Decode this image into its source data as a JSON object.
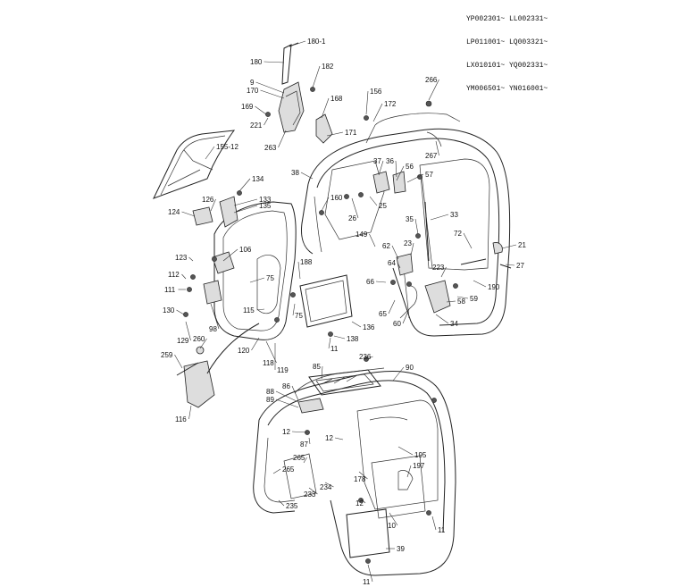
{
  "serial_ranges": [
    "YP002301~ LL002331~",
    "LP011001~ LQ003321~",
    "LX010101~ YQ002331~",
    "YM006501~ YN016001~"
  ],
  "part_labels": [
    {
      "text": "180-1"
    },
    {
      "text": "180"
    },
    {
      "text": "182"
    },
    {
      "text": "9"
    },
    {
      "text": "170"
    },
    {
      "text": "168"
    },
    {
      "text": "169"
    },
    {
      "text": "221"
    },
    {
      "text": "263"
    },
    {
      "text": "171"
    },
    {
      "text": "156"
    },
    {
      "text": "172"
    },
    {
      "text": "266"
    },
    {
      "text": "267"
    },
    {
      "text": "155-12"
    },
    {
      "text": "38"
    },
    {
      "text": "37"
    },
    {
      "text": "36"
    },
    {
      "text": "56"
    },
    {
      "text": "57"
    },
    {
      "text": "134"
    },
    {
      "text": "133"
    },
    {
      "text": "135"
    },
    {
      "text": "126"
    },
    {
      "text": "124"
    },
    {
      "text": "160"
    },
    {
      "text": "26"
    },
    {
      "text": "25"
    },
    {
      "text": "35"
    },
    {
      "text": "33"
    },
    {
      "text": "149"
    },
    {
      "text": "62"
    },
    {
      "text": "23"
    },
    {
      "text": "72"
    },
    {
      "text": "21"
    },
    {
      "text": "106"
    },
    {
      "text": "123"
    },
    {
      "text": "64"
    },
    {
      "text": "223"
    },
    {
      "text": "27"
    },
    {
      "text": "112"
    },
    {
      "text": "111"
    },
    {
      "text": "75"
    },
    {
      "text": "188"
    },
    {
      "text": "66"
    },
    {
      "text": "190"
    },
    {
      "text": "98"
    },
    {
      "text": "59"
    },
    {
      "text": "130"
    },
    {
      "text": "115"
    },
    {
      "text": "75"
    },
    {
      "text": "65"
    },
    {
      "text": "58"
    },
    {
      "text": "129"
    },
    {
      "text": "136"
    },
    {
      "text": "60"
    },
    {
      "text": "34"
    },
    {
      "text": "120"
    },
    {
      "text": "138"
    },
    {
      "text": "260"
    },
    {
      "text": "118"
    },
    {
      "text": "119"
    },
    {
      "text": "11"
    },
    {
      "text": "259"
    },
    {
      "text": "236"
    },
    {
      "text": "85"
    },
    {
      "text": "90"
    },
    {
      "text": "116"
    },
    {
      "text": "88"
    },
    {
      "text": "89"
    },
    {
      "text": "86"
    },
    {
      "text": "12"
    },
    {
      "text": "87"
    },
    {
      "text": "12"
    },
    {
      "text": "195"
    },
    {
      "text": "265"
    },
    {
      "text": "265"
    },
    {
      "text": "197"
    },
    {
      "text": "178"
    },
    {
      "text": "233"
    },
    {
      "text": "234"
    },
    {
      "text": "235"
    },
    {
      "text": "12"
    },
    {
      "text": "10"
    },
    {
      "text": "11"
    },
    {
      "text": "39"
    },
    {
      "text": "11"
    }
  ]
}
